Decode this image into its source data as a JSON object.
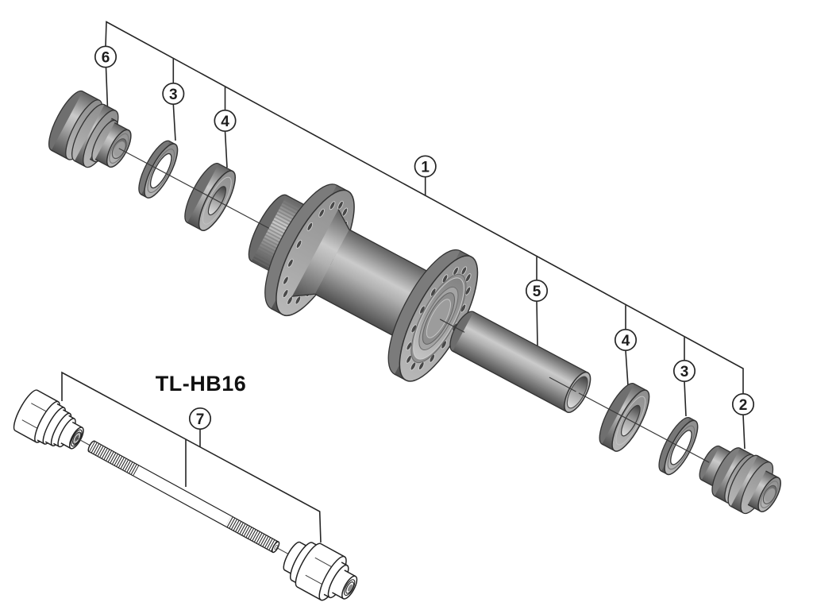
{
  "diagram": {
    "model_label": "TL-HB16",
    "callouts": [
      {
        "ref": "6",
        "part": "left-end-cap"
      },
      {
        "ref": "3",
        "part": "seal-washer-left"
      },
      {
        "ref": "4",
        "part": "bearing-cone-left"
      },
      {
        "ref": "1",
        "part": "hub-axle-assembly"
      },
      {
        "ref": "5",
        "part": "axle-sleeve"
      },
      {
        "ref": "4",
        "part": "bearing-cone-right"
      },
      {
        "ref": "3",
        "part": "seal-washer-right"
      },
      {
        "ref": "2",
        "part": "right-end-cap"
      },
      {
        "ref": "7",
        "part": "tl-hb16-tool"
      }
    ],
    "colors": {
      "background": "#ffffff",
      "line": "#262626",
      "metal_mid": "#9a9a9a",
      "metal_light": "#cccccc",
      "metal_dark": "#555555"
    }
  }
}
